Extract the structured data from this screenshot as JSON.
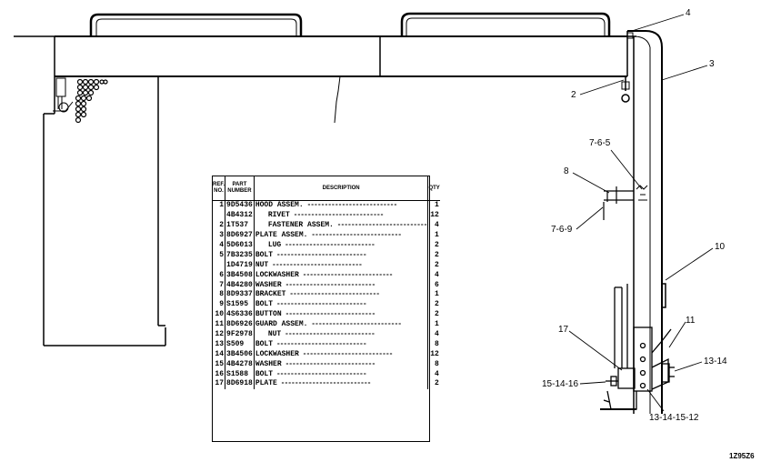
{
  "callouts": [
    {
      "id": "c4",
      "text": "4"
    },
    {
      "id": "c3",
      "text": "3"
    },
    {
      "id": "c2",
      "text": "2"
    },
    {
      "id": "c765",
      "text": "7-6-5"
    },
    {
      "id": "c8",
      "text": "8"
    },
    {
      "id": "c769",
      "text": "7-6-9"
    },
    {
      "id": "c10",
      "text": "10"
    },
    {
      "id": "c17",
      "text": "17"
    },
    {
      "id": "c11",
      "text": "11"
    },
    {
      "id": "c1314",
      "text": "13-14"
    },
    {
      "id": "c151416",
      "text": "15-14-16"
    },
    {
      "id": "c13141512",
      "text": "13-14-15-12"
    }
  ],
  "figure_number": "1Z95Z6",
  "parts_table": {
    "headers": {
      "ref": "REF. NO.",
      "part": "PART NUMBER",
      "desc": "DESCRIPTION",
      "qty": "QTY"
    },
    "rows": [
      {
        "ref": "1",
        "part": "9D5436",
        "desc": "HOOD ASSEM.",
        "qty": "1",
        "indent": false
      },
      {
        "ref": "",
        "part": "4B4312",
        "desc": "RIVET",
        "qty": "12",
        "indent": true
      },
      {
        "ref": "2",
        "part": "1T537",
        "desc": "FASTENER ASSEM.",
        "qty": "4",
        "indent": true
      },
      {
        "ref": "3",
        "part": "8D6927",
        "desc": "PLATE ASSEM.",
        "qty": "1",
        "indent": false
      },
      {
        "ref": "4",
        "part": "5D6013",
        "desc": "LUG",
        "qty": "2",
        "indent": true
      },
      {
        "ref": "5",
        "part": "7B3235",
        "desc": "BOLT",
        "qty": "2",
        "indent": false
      },
      {
        "ref": "",
        "part": "1D4719",
        "desc": "NUT",
        "qty": "2",
        "indent": false
      },
      {
        "ref": "6",
        "part": "3B4508",
        "desc": "LOCKWASHER",
        "qty": "4",
        "indent": false
      },
      {
        "ref": "7",
        "part": "4B4280",
        "desc": "WASHER",
        "qty": "6",
        "indent": false
      },
      {
        "ref": "8",
        "part": "8D9337",
        "desc": "BRACKET",
        "qty": "1",
        "indent": false
      },
      {
        "ref": "9",
        "part": "S1595",
        "desc": "BOLT",
        "qty": "2",
        "indent": false
      },
      {
        "ref": "10",
        "part": "4S6336",
        "desc": "BUTTON",
        "qty": "2",
        "indent": false
      },
      {
        "ref": "11",
        "part": "8D6926",
        "desc": "GUARD ASSEM.",
        "qty": "1",
        "indent": false
      },
      {
        "ref": "12",
        "part": "9F2978",
        "desc": "NUT",
        "qty": "4",
        "indent": true
      },
      {
        "ref": "13",
        "part": "S509",
        "desc": "BOLT",
        "qty": "8",
        "indent": false
      },
      {
        "ref": "14",
        "part": "3B4506",
        "desc": "LOCKWASHER",
        "qty": "12",
        "indent": false
      },
      {
        "ref": "15",
        "part": "4B4278",
        "desc": "WASHER",
        "qty": "8",
        "indent": false
      },
      {
        "ref": "16",
        "part": "S1588",
        "desc": "BOLT",
        "qty": "4",
        "indent": false
      },
      {
        "ref": "17",
        "part": "8D6918",
        "desc": "PLATE",
        "qty": "2",
        "indent": false
      }
    ]
  }
}
